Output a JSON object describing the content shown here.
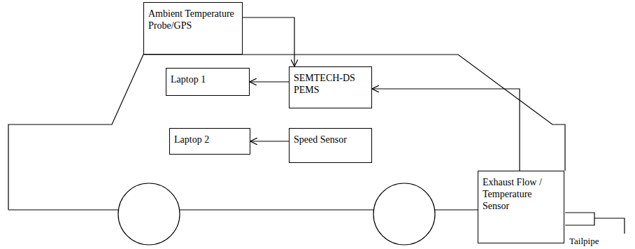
{
  "diagram": {
    "nodes": [
      {
        "text": [
          "Ambient Temperature Probe/GPS"
        ]
      },
      {
        "text": [
          "Laptop 1"
        ]
      },
      {
        "text": [
          "SEMTECH-DS PEMS"
        ]
      },
      {
        "text": [
          "Laptop 2"
        ]
      },
      {
        "text": [
          "Speed Sensor"
        ]
      },
      {
        "text": [
          "Exhaust Flow / Temperature Sensor"
        ]
      }
    ],
    "edges": [
      {
        "from": 0,
        "to": 2,
        "arrow": "to"
      },
      {
        "from": 2,
        "to": 1,
        "arrow": "to"
      },
      {
        "from": 4,
        "to": 3,
        "arrow": "to"
      },
      {
        "from": 5,
        "to": 2,
        "arrow": "to"
      }
    ],
    "labels": [
      "Tailpipe"
    ]
  }
}
